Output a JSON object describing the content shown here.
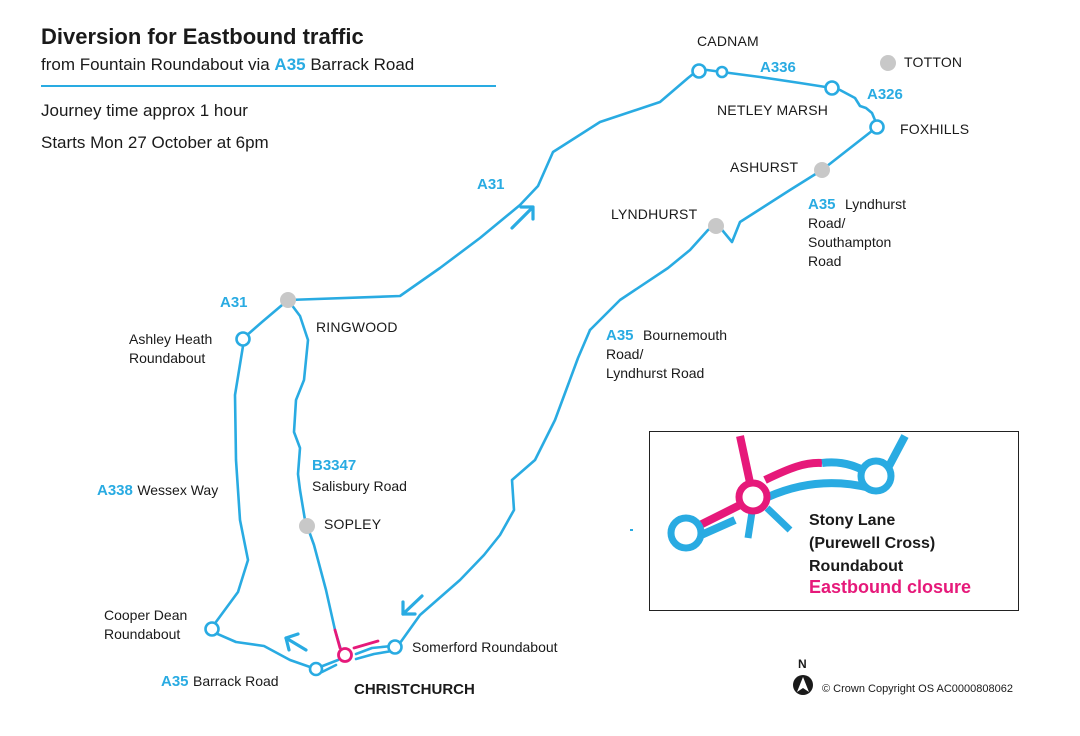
{
  "header": {
    "title": "Diversion for Eastbound traffic",
    "subtitle_prefix": "from Fountain Roundabout via ",
    "subtitle_road": "A35",
    "subtitle_suffix": " Barrack Road",
    "journey_time": "Journey time approx 1 hour",
    "start": "Starts Mon 27 October at 6pm"
  },
  "places": {
    "cadnam": "CADNAM",
    "totton": "TOTTON",
    "netley_marsh": "NETLEY MARSH",
    "foxhills": "FOXHILLS",
    "ashurst": "ASHURST",
    "lyndhurst": "LYNDHURST",
    "ringwood": "RINGWOOD",
    "sopley": "SOPLEY",
    "christchurch": "CHRISTCHURCH",
    "ashley_heath": "Ashley Heath\nRoundabout",
    "cooper_dean": "Cooper Dean\nRoundabout",
    "somerford": "Somerford Roundabout"
  },
  "roads": {
    "a336": "A336",
    "a326": "A326",
    "a31_top": "A31",
    "a31_left": "A31",
    "a35_lyndhurst": {
      "number": "A35",
      "name": "Lyndhurst Road/\nSouthampton Road"
    },
    "a35_bournemouth": {
      "number": "A35",
      "name": "Bournemouth Road/\nLyndhurst Road"
    },
    "b3347": {
      "number": "B3347",
      "name": "Salisbury Road"
    },
    "a338": {
      "number": "A338",
      "name": "Wessex Way"
    },
    "a35_barrack": {
      "number": "A35",
      "name": "Barrack Road"
    }
  },
  "inset": {
    "name": "Stony Lane\n(Purewell Cross)\nRoundabout",
    "closure": "Eastbound closure"
  },
  "legend": {
    "north": "N",
    "copyright": "© Crown Copyright OS AC0000808062"
  },
  "colors": {
    "route": "#29abe2",
    "closure": "#e6197a",
    "place_dot": "#c8c8c8",
    "text": "#1a1a1a"
  }
}
